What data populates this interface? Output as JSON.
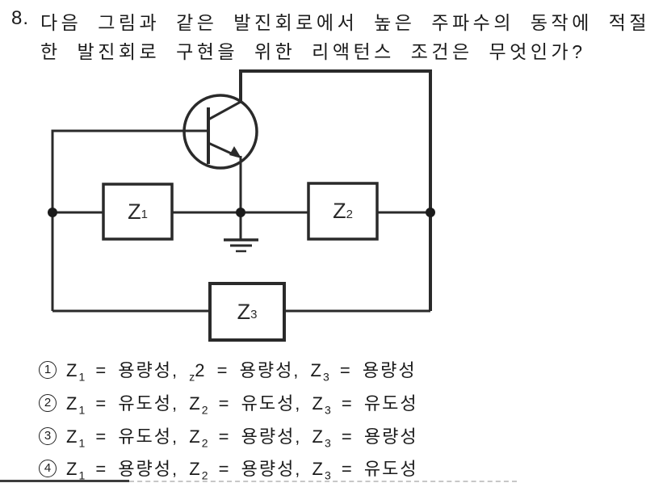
{
  "question": {
    "number": "8.",
    "line1": "다음 그림과 같은 발진회로에서 높은 주파수의 동작에 적절",
    "line2": "한 발진회로 구현을 위한 리액턴스 조건은 무엇인가?"
  },
  "circuit": {
    "type": "transistor-oscillator",
    "impedances": [
      {
        "base": "Z",
        "sub": "1"
      },
      {
        "base": "Z",
        "sub": "2"
      },
      {
        "base": "Z",
        "sub": "3"
      }
    ]
  },
  "options": [
    {
      "marker": "1",
      "runs": [
        {
          "t": "txt",
          "v": "Z"
        },
        {
          "t": "sub",
          "v": "1"
        },
        {
          "t": "txt",
          "v": " = 용량성, "
        },
        {
          "t": "sub",
          "v": "z"
        },
        {
          "t": "txt",
          "v": "2 = 용량성, Z"
        },
        {
          "t": "sub",
          "v": "3"
        },
        {
          "t": "txt",
          "v": " = 용량성"
        }
      ]
    },
    {
      "marker": "2",
      "runs": [
        {
          "t": "txt",
          "v": "Z"
        },
        {
          "t": "sub",
          "v": "1"
        },
        {
          "t": "txt",
          "v": " = 유도성, Z"
        },
        {
          "t": "sub",
          "v": "2"
        },
        {
          "t": "txt",
          "v": " = 유도성, Z"
        },
        {
          "t": "sub",
          "v": "3"
        },
        {
          "t": "txt",
          "v": " = 유도성"
        }
      ]
    },
    {
      "marker": "3",
      "runs": [
        {
          "t": "txt",
          "v": "Z"
        },
        {
          "t": "sub",
          "v": "1"
        },
        {
          "t": "txt",
          "v": " = 유도성, Z"
        },
        {
          "t": "sub",
          "v": "2"
        },
        {
          "t": "txt",
          "v": " = 용량성, Z"
        },
        {
          "t": "sub",
          "v": "3"
        },
        {
          "t": "txt",
          "v": " = 용량성"
        }
      ]
    },
    {
      "marker": "4",
      "runs": [
        {
          "t": "txt",
          "v": "Z"
        },
        {
          "t": "sub",
          "v": "1"
        },
        {
          "t": "txt",
          "v": " = 용량성, Z"
        },
        {
          "t": "sub",
          "v": "2"
        },
        {
          "t": "txt",
          "v": " = 용량성, Z"
        },
        {
          "t": "sub",
          "v": "3"
        },
        {
          "t": "txt",
          "v": " = 유도성"
        }
      ]
    }
  ],
  "colors": {
    "ink": "#1b1b1b",
    "wire": "#2a2a2a",
    "paper": "#ffffff"
  }
}
